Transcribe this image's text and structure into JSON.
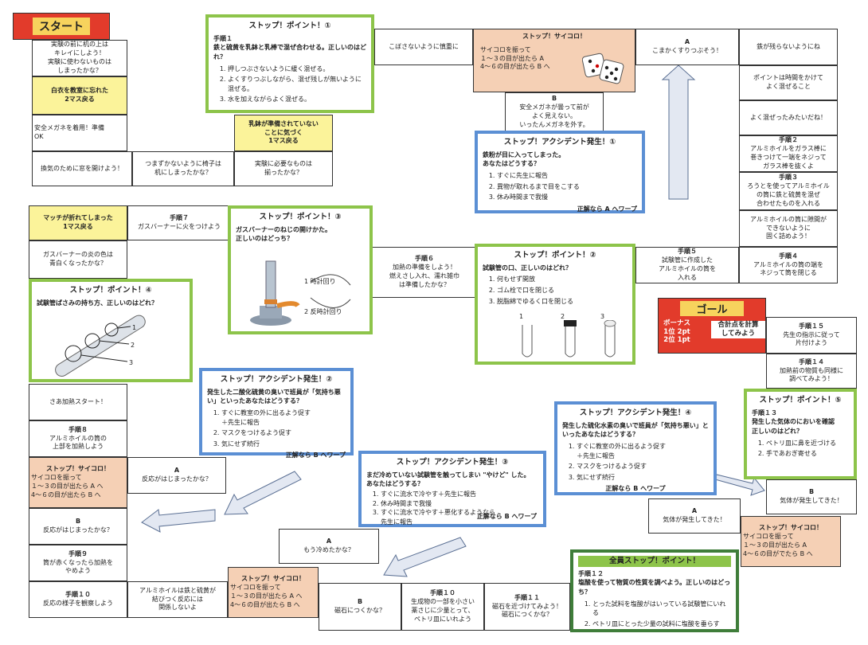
{
  "start": {
    "label": "スタート"
  },
  "goal": {
    "label": "ゴール",
    "bonus": "ボーナス\n1位 2pt\n2位 1pt",
    "calc": "合計点を計算\nしてみよう"
  },
  "cells": {
    "c1": "実験の前に机の上は\nキレイにしよう！\n実験に使わないものは\nしまったかな？",
    "c2": "白衣を教室に忘れた\n2マス戻る",
    "c3": "安全メガネを着用！準備\nOK",
    "c4": "換気のために窓を開けよう！",
    "c5": "つまずかないように椅子は\n机にしまったかな？",
    "c6": "実験に必要なものは\n揃ったかな？",
    "c7": "乳鉢が準備されていない\nことに気づく\n1マス戻る",
    "c8": "こぼさないように慎重に",
    "c9a": "A",
    "c9": "こまかくすりつぶそう！",
    "c10": "鉄が残らないようにね",
    "c11": "ポイントは時間をかけて\nよく混ぜること",
    "c12": "よく混ぜったみたいだね！",
    "c13h": "手順２",
    "c13": "アルミホイルをガラス棒に\n巻きつけて一端をネジって\nガラス棒を抜くよ",
    "c14h": "手順３",
    "c14": "ろうとを使ってアルミホイル\nの筒に鉄と硫黄を混ぜ\n合わせたものを入れる",
    "c15": "アルミホイルの筒に隙間が\nできないように\n固く詰めよう！",
    "c16h": "手順４",
    "c16": "アルミホイルの筒の端を\nネジって筒を閉じる",
    "c17h": "手順５",
    "c17": "試験管に作成した\nアルミホイルの筒を\n入れる",
    "c18h": "手順６",
    "c18": "加熱の準備をしよう！\n燃えさし入れ、濡れ雑巾\nは準備したかな？",
    "c19h": "手順７",
    "c19": "ガスバーナーに火をつけよう",
    "c20": "マッチが折れてしまった\n1マス戻る",
    "c21": "ガスバーナーの炎の色は\n青白くなったかな？",
    "c22": "さあ加熱スタート！",
    "c23h": "手順８",
    "c23": "アルミホイルの筒の\n上部を加熱しよう",
    "c24a": "A",
    "c24": "反応がはじまったかな？",
    "c25b": "B",
    "c25": "反応がはじまったかな？",
    "c26h": "手順９",
    "c26": "筒が赤くなったら加熱を\nやめよう",
    "c27h": "手順１０",
    "c27": "反応の様子を観察しよう",
    "c28": "アルミホイルは鉄と硫黄が\n結びつく反応には\n関係しないよ",
    "c29a": "A",
    "c29": "もう冷めたかな？",
    "c30b": "B",
    "c30": "磁石につくかな？",
    "c31h": "手順１０",
    "c31": "生成物の一部を小さい\n薬さじに少量とって、\nペトリ皿にいれよう",
    "c32h": "手順１１",
    "c32": "磁石を近づけてみよう！\n磁石につくかな？",
    "c33a": "A",
    "c33": "気体が発生してきた！",
    "c34b": "B",
    "c34": "気体が発生してきた！",
    "c35h": "手順１５",
    "c35": "先生の指示に従って\n片付けよう",
    "c36h": "手順１４",
    "c36": "加熱前の物質も同様に\n調べてみよう！",
    "c37b": "B",
    "c37": "安全メガネが曇って前が\nよく見えない。\nいったんメガネを外す。"
  },
  "dice": {
    "d1": {
      "title": "ストップ！サイコロ！",
      "line1": "サイコロを振って",
      "line2": "１～３の目が出たら A",
      "line3": "4～６の目が出たら B へ"
    },
    "d2": {
      "title": "ストップ！サイコロ！",
      "line1": "サイコロを振って",
      "line2": "１～３の目が出たら A へ",
      "line3": "4～６の目が出たら B へ"
    },
    "d3": {
      "title": "ストップ！サイコロ！",
      "line1": "サイコロを振って",
      "line2": "１～３の目が出たら A へ",
      "line3": "4～６の目が出たら B へ"
    },
    "d4": {
      "title": "ストップ！サイコロ！",
      "line1": "サイコロを振って",
      "line2": "１～３の目が出たら A",
      "line3": "4～６の目がでたら B へ"
    }
  },
  "points": {
    "p1": {
      "title": "ストップ！ポイント！①",
      "q": "手順１\n鉄と硫黄を乳鉢と乳棒で混ぜ合わせる。正しいのはどれ？",
      "options": [
        "押しつぶさないように緩く混ぜる。",
        "よくすりつぶしながら、混ぜ残しが無いように混ぜる。",
        "水を加えながらよく混ぜる。"
      ]
    },
    "p2": {
      "title": "ストップ！ポイント！②",
      "q": "試験管の口、正しいのはどれ？",
      "options": [
        "何もせず開放",
        "ゴム栓で口を閉じる",
        "脱脂綿でゆるく口を閉じる"
      ],
      "labels": [
        "1",
        "2",
        "3"
      ]
    },
    "p3": {
      "title": "ストップ！ポイント！③",
      "q": "ガスバーナーのねじの開けかた。\n正しいのはどっち？",
      "opt1": "1 時計回り",
      "opt2": "2 反時計回り"
    },
    "p4": {
      "title": "ストップ！ポイント！④",
      "q": "試験管ばさみの持ち方、正しいのはどれ？",
      "labels": [
        "1",
        "2",
        "3"
      ]
    },
    "p5": {
      "title": "ストップ！ポイント！⑤",
      "q": "手順１３\n発生した気体のにおいを確認\n正しいのはどれ？",
      "options": [
        "ペトリ皿に鼻を近づける",
        "手であおぎ寄せる"
      ]
    },
    "p6": {
      "title": "全員ストップ！ポイント！",
      "q": "手順１２\n塩酸を使って物質の性質を調べよう。正しいのはどっち？",
      "options": [
        "とった試料を塩酸がはいっている試験管にいれる",
        "ペトリ皿にとった少量の試料に塩酸を垂らす"
      ]
    }
  },
  "accidents": {
    "a1": {
      "title": "ストップ！アクシデント発生！①",
      "q": "鉄粉が目に入ってしまった。\nあなたはどうする？",
      "options": [
        "すぐに先生に報告",
        "異物が取れるまで目をこする",
        "休み時間まで我慢"
      ],
      "warp": "正解なら A へワープ"
    },
    "a2": {
      "title": "ストップ！アクシデント発生！②",
      "q": "発生した二酸化硫黄の臭いで班員が「気持ち悪い」といったあなたはどうする？",
      "options": [
        "すぐに教室の外に出るよう促す\n＋先生に報告",
        "マスクをつけるよう促す",
        "気にせず続行"
      ],
      "warp": "正解なら B へワープ"
    },
    "a3": {
      "title": "ストップ！アクシデント発生！③",
      "q": "まだ冷めていない試験管を触ってしまい \"やけど\" した。\nあなたはどうする？",
      "options": [
        "すぐに流水で冷やす＋先生に報告",
        "休み時間まで我慢",
        "すぐに流水で冷やす＋悪化するようなら\n先生に報告"
      ],
      "warp": "正解なら B へワープ"
    },
    "a4": {
      "title": "ストップ！アクシデント発生！④",
      "q": "発生した硫化水素の臭いで班員が「気持ち悪い」といったあなたはどうする？",
      "options": [
        "すぐに教室の外に出るよう促す\n＋先生に報告",
        "マスクをつけるよう促す",
        "気にせず続行"
      ],
      "warp": "正解なら B へワープ"
    }
  },
  "colors": {
    "red": "#e23b2b",
    "yellow": "#fbf39a",
    "peach": "#f5d0b5",
    "green": "#8dc44a",
    "blue": "#5b8fd4",
    "darkgreen": "#3f7d3a",
    "arrow": "#dfe6f2"
  }
}
